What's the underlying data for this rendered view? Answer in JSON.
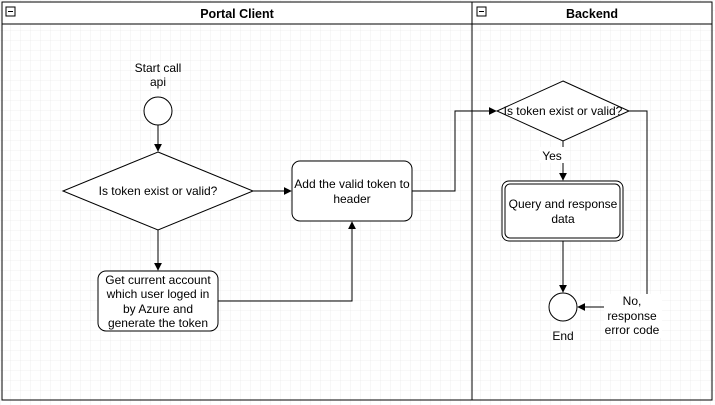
{
  "lanes": {
    "client_title": "Portal Client",
    "backend_title": "Backend"
  },
  "nodes": {
    "start_label": [
      "Start call",
      "api"
    ],
    "decision_client": "Is token exist or valid?",
    "add_token": [
      "Add the valid token to",
      "header"
    ],
    "get_account": [
      "Get current account",
      "which user loged in",
      "by Azure and",
      "generate the token"
    ],
    "decision_backend": "Is token exist or valid?",
    "query": [
      "Query  and response",
      "data"
    ],
    "end_label": "End"
  },
  "edges": {
    "yes_label": "Yes",
    "no_label": [
      "No,",
      "response",
      "error code"
    ]
  },
  "icons": {
    "collapse": "collapse-minus-icon"
  }
}
